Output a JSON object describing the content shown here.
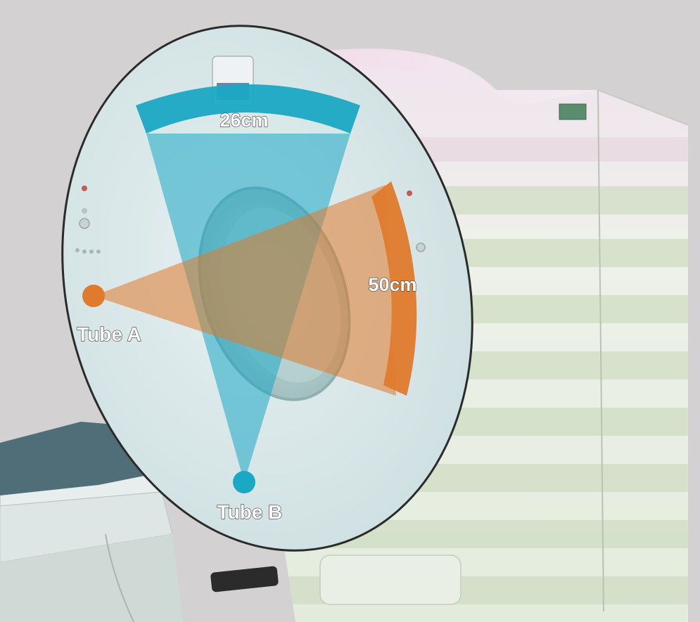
{
  "labels": {
    "fov_b": "26cm",
    "fov_a": "50cm",
    "tube_a": "Tube A",
    "tube_b": "Tube B"
  },
  "colors": {
    "tube_a": "#e07a2c",
    "tube_b": "#1ba8c4",
    "gantry_face": "#dce9ea",
    "housing": "#e8f0e6",
    "stripe": "#cfdcc2",
    "background": "#cfcdce"
  }
}
